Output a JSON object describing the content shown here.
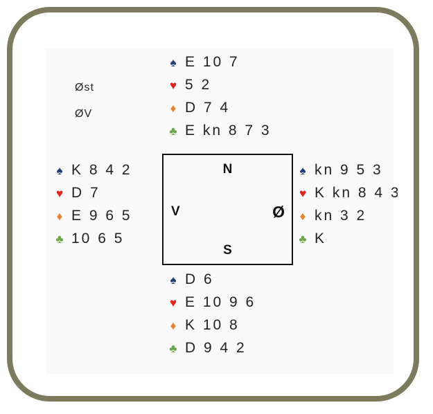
{
  "colors": {
    "frame_border": "#7c7b5d",
    "spade": "#1f3a72",
    "heart": "#e8201c",
    "diamond": "#e8832a",
    "club": "#6aa846"
  },
  "suits": {
    "spade": "♠",
    "heart": "♥",
    "diamond": "♦",
    "club": "♣"
  },
  "deal_info": {
    "dealer": "Øst",
    "vulnerability": "ØV"
  },
  "compass": {
    "north": "N",
    "south": "S",
    "west": "V",
    "east": "Ø"
  },
  "hands": {
    "north": {
      "spades": "E 10 7",
      "hearts": "5 2",
      "diamonds": "D 7 4",
      "clubs": "E kn 8 7 3"
    },
    "west": {
      "spades": "K 8 4 2",
      "hearts": "D 7",
      "diamonds": "E 9 6 5",
      "clubs": "10 6 5"
    },
    "east": {
      "spades": "kn 9 5 3",
      "hearts": "K kn 8 4 3",
      "diamonds": "kn 3 2",
      "clubs": "K"
    },
    "south": {
      "spades": "D 6",
      "hearts": "E 10 9 6",
      "diamonds": "K 10 8",
      "clubs": "D 9 4 2"
    }
  }
}
